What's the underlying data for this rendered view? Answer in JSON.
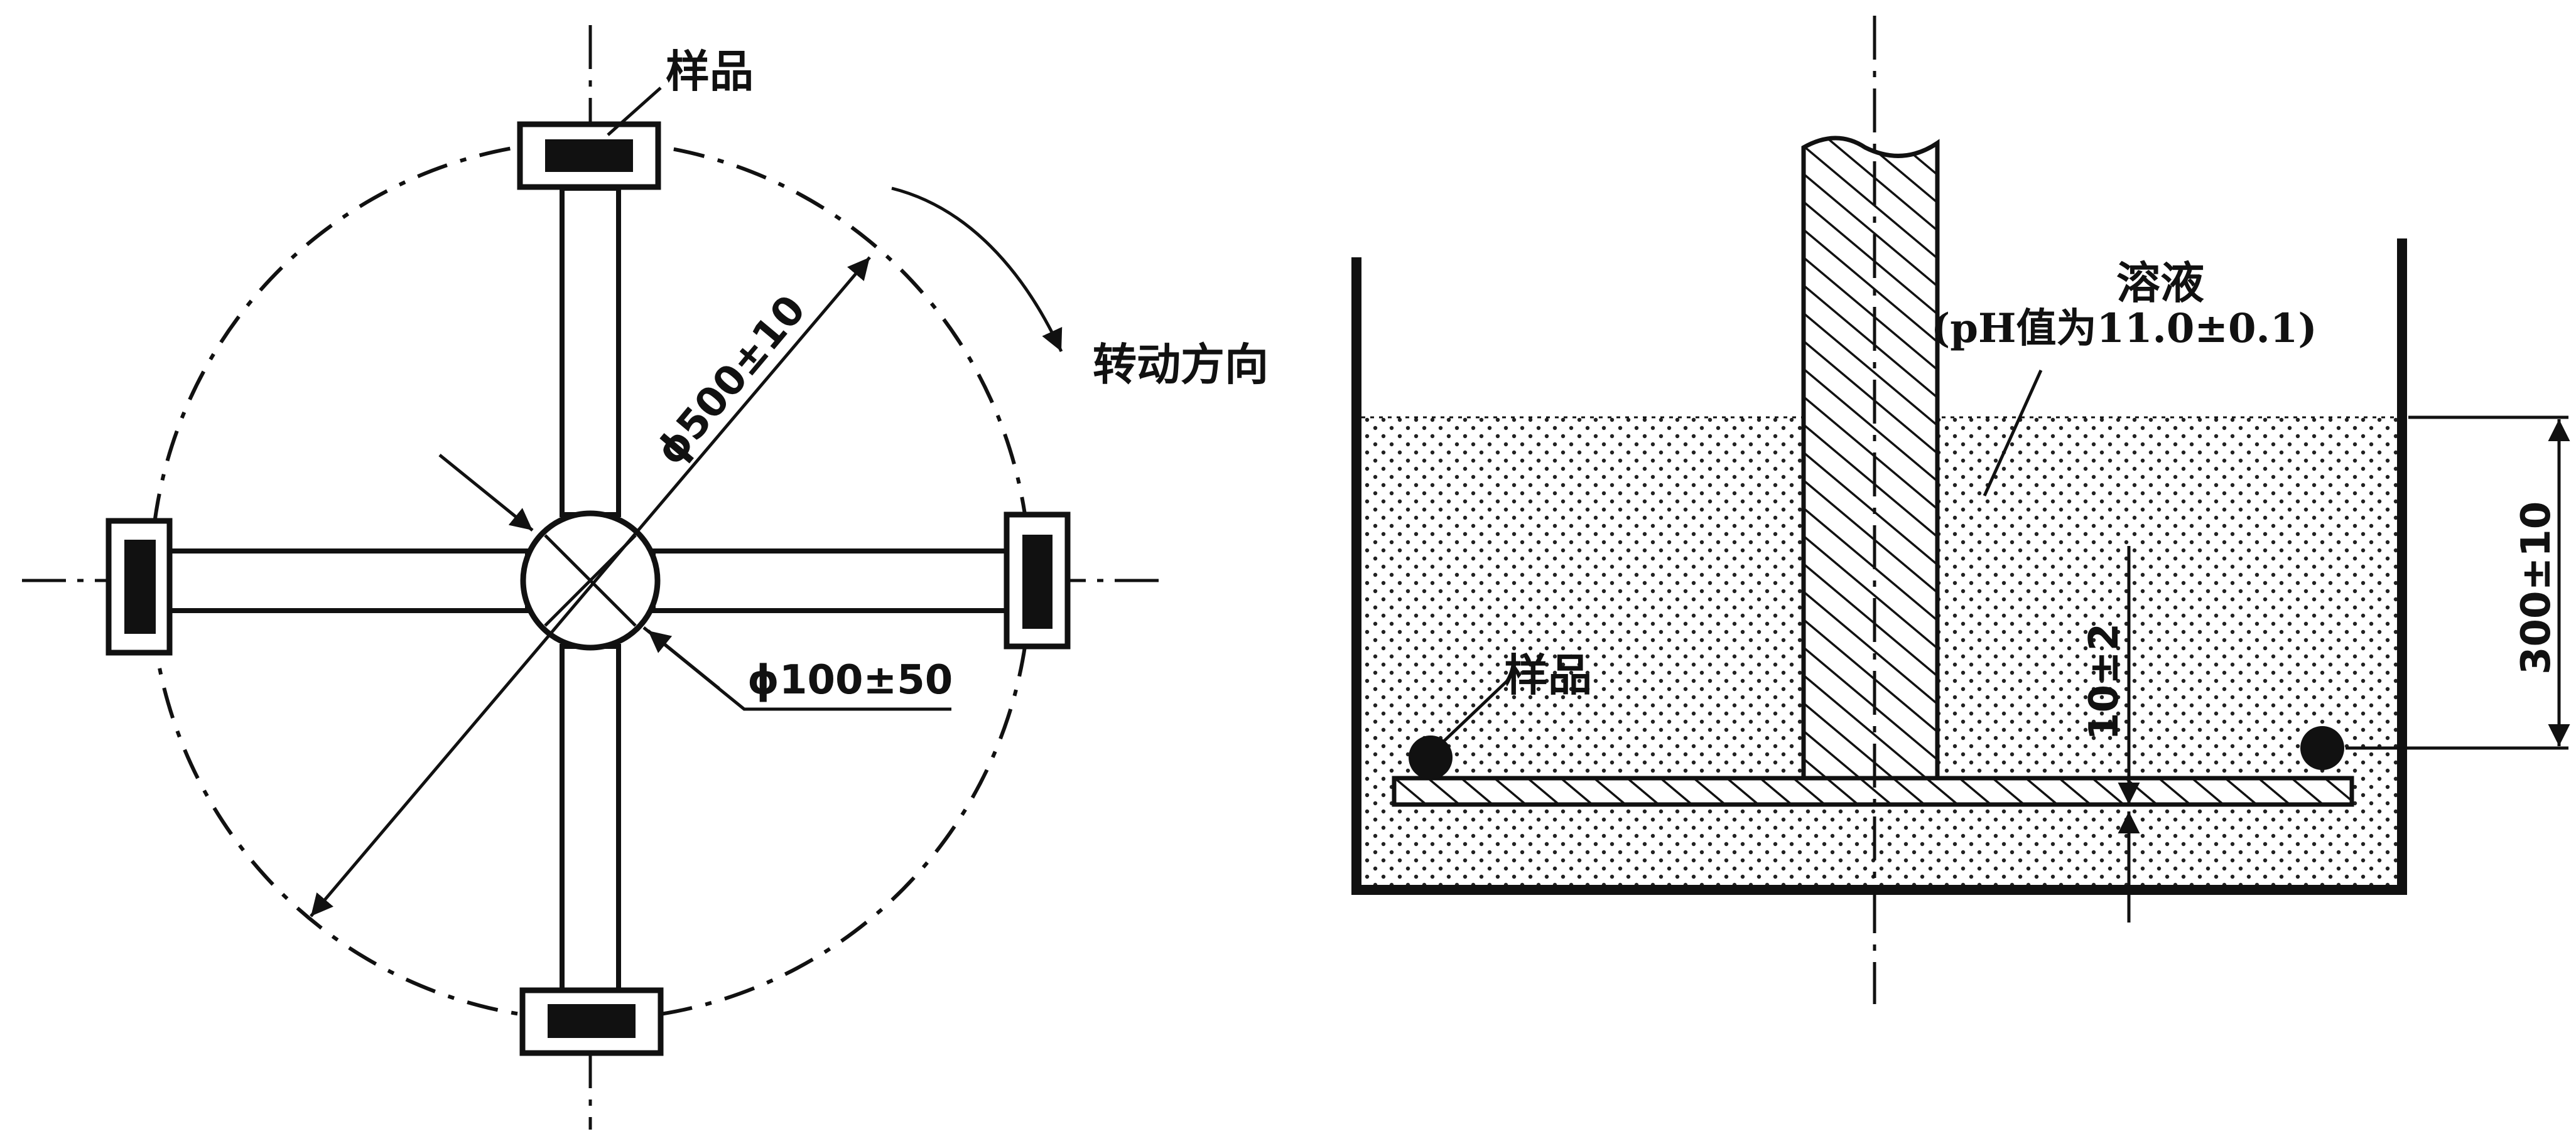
{
  "top_view": {
    "sample_label": "样品",
    "rotation_label": "转动方向",
    "outer_diameter_label": "ϕ500±10",
    "hub_diameter_label": "ϕ100±50"
  },
  "side_view": {
    "solution_label": "溶液",
    "solution_ph_label": "(pH值为11.0±0.1)",
    "sample_label": "样品",
    "bottom_clearance_label": "10±2",
    "immersion_depth_label": "300±10"
  }
}
